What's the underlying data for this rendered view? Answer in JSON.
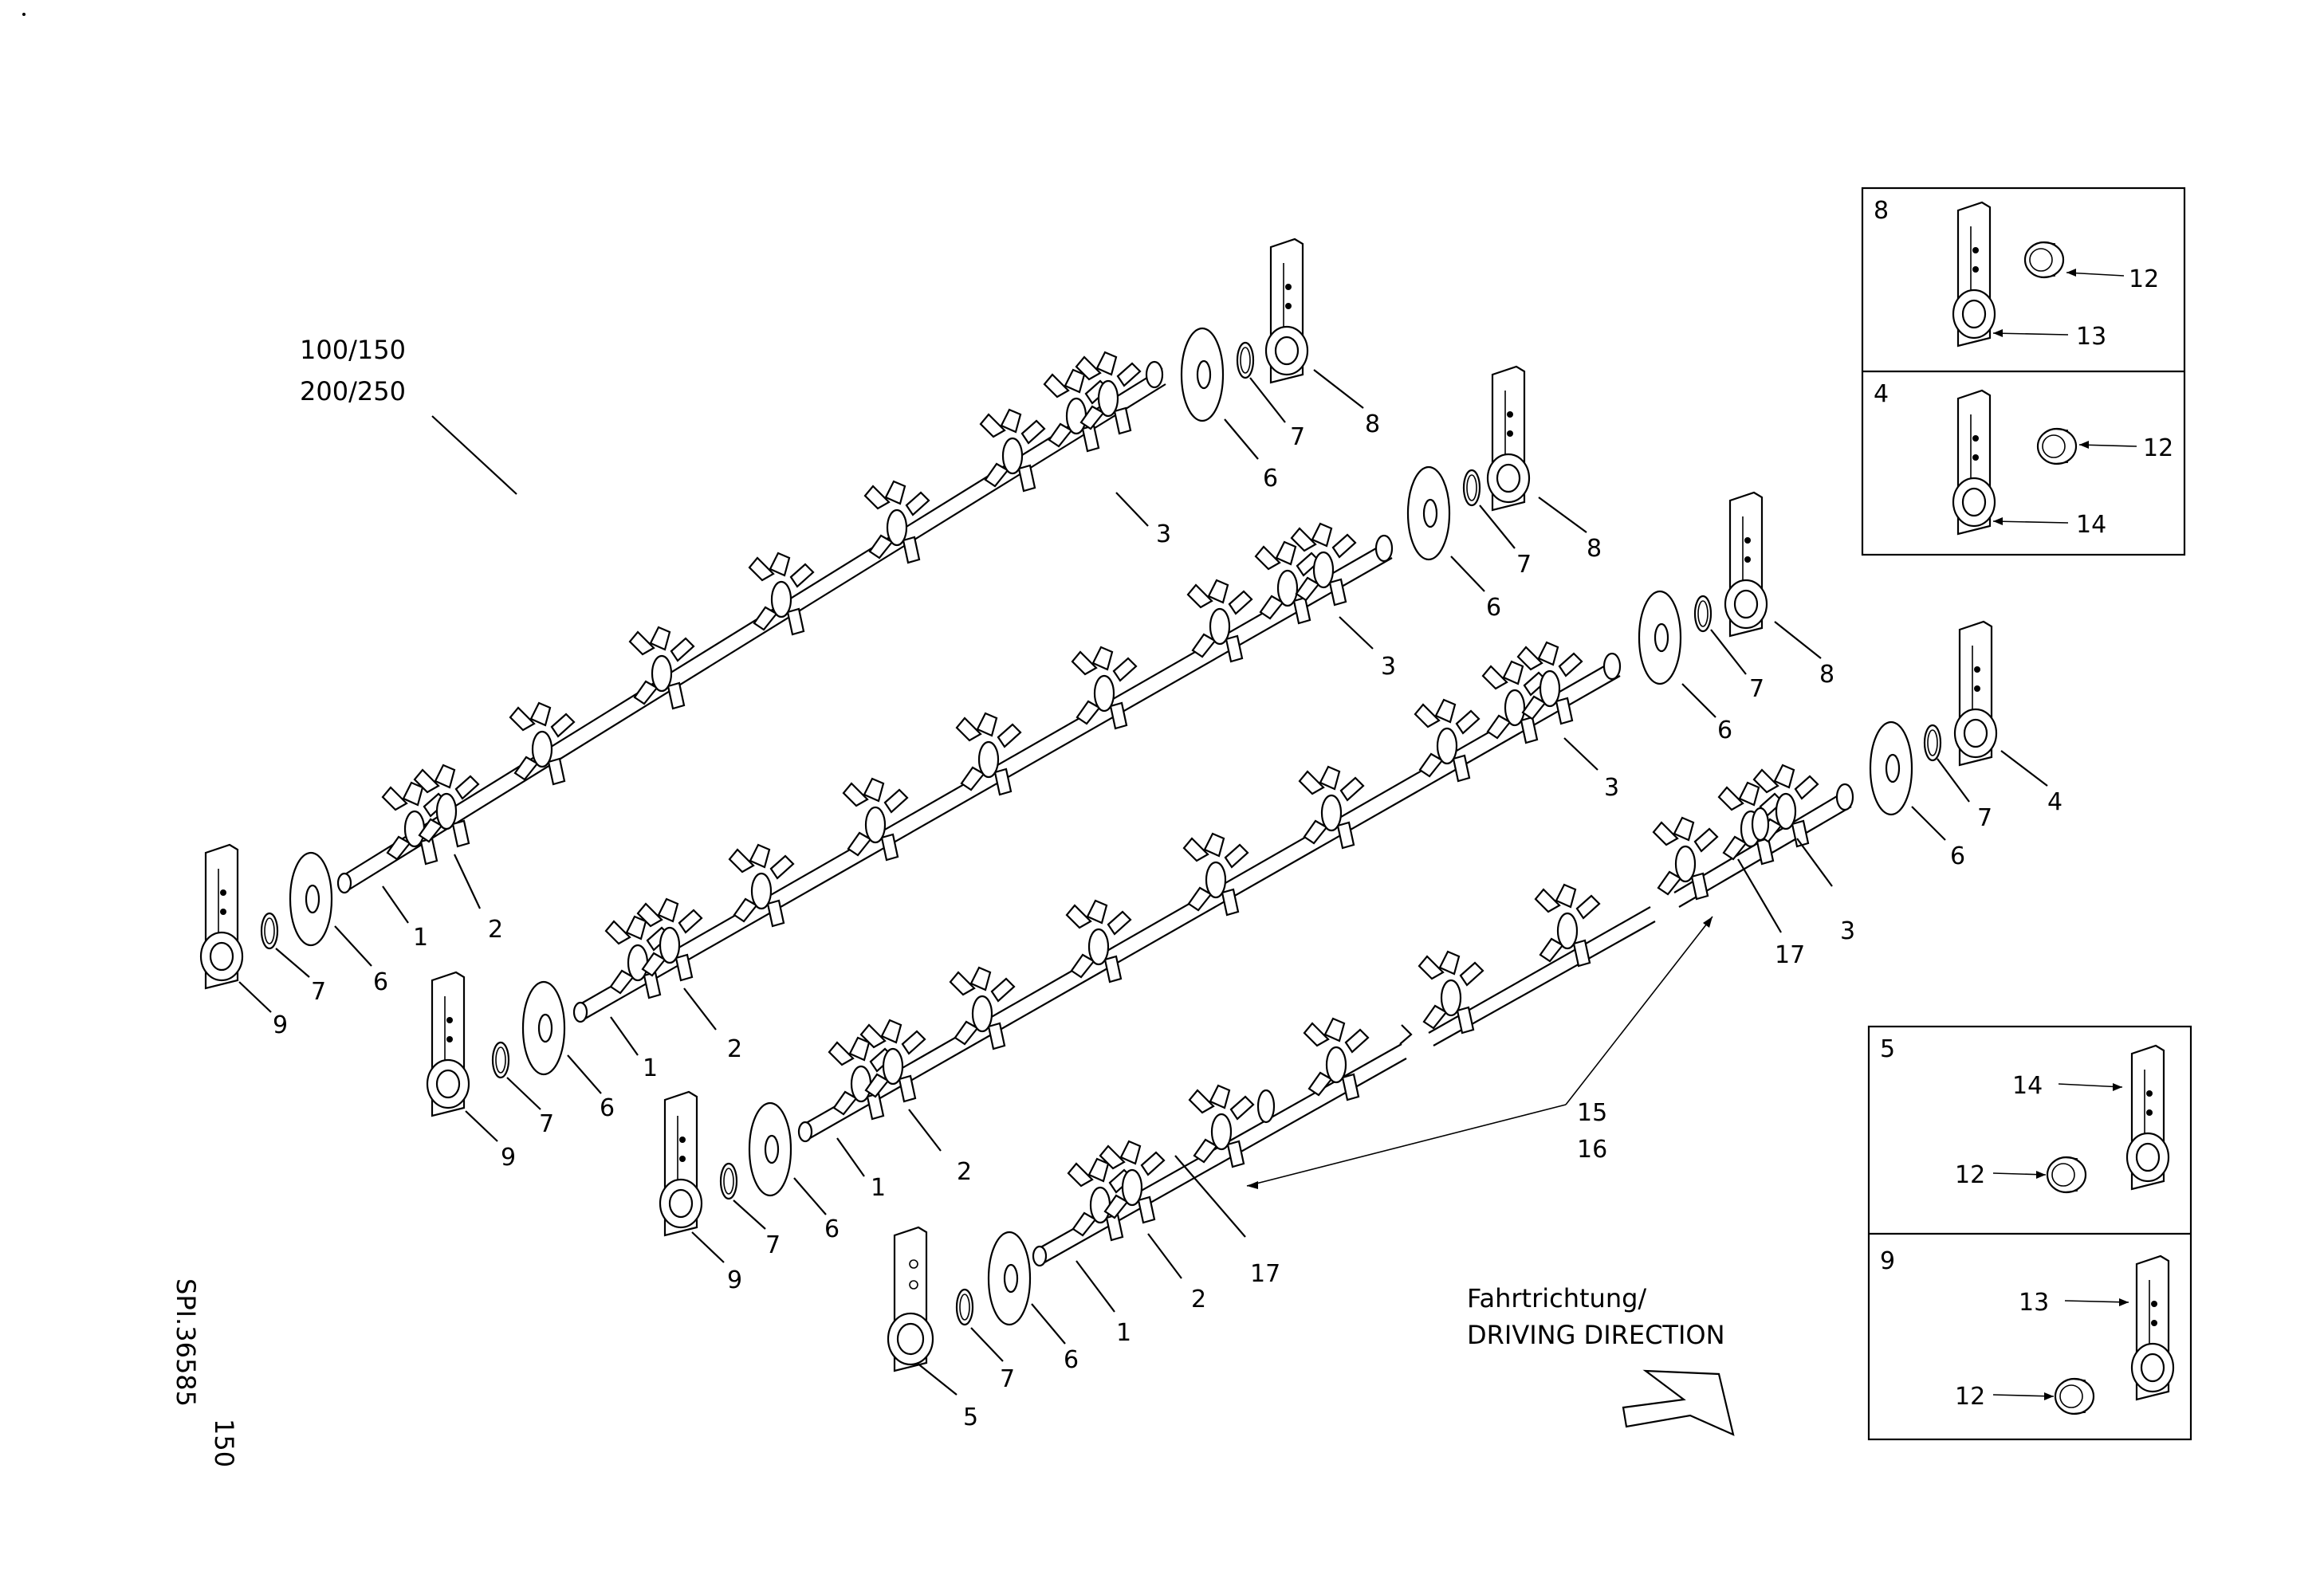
{
  "variant_label": {
    "line1": "100/150",
    "line2": "200/250"
  },
  "direction": {
    "line1": "Fahrtrichtung/",
    "line2": "DRIVING DIRECTION"
  },
  "side_code": {
    "line1": "150",
    "line2": "SPI.36585"
  },
  "rotors": [
    {
      "name": "rotor-1",
      "labels": {
        "shaft": "1",
        "end_rotor": "2",
        "rotor_segment": "3",
        "disc": "6",
        "ring_front": "7",
        "ring_back": "7",
        "disc_back": "6",
        "bearing_front": "9",
        "bearing_back": "8"
      }
    },
    {
      "name": "rotor-2",
      "labels": {
        "shaft": "1",
        "end_rotor": "2",
        "rotor_segment": "3",
        "disc": "6",
        "ring_front": "7",
        "ring_back": "7",
        "disc_back": "6",
        "bearing_front": "9",
        "bearing_back": "8"
      }
    },
    {
      "name": "rotor-3",
      "labels": {
        "shaft": "1",
        "end_rotor": "2",
        "rotor_segment": "3",
        "disc": "6",
        "ring_front": "7",
        "ring_back": "7",
        "disc_back": "6",
        "bearing_front": "9",
        "bearing_back": "8"
      }
    },
    {
      "name": "rotor-4",
      "labels": {
        "shaft": "1",
        "end_rotor": "2",
        "rotor_segment": "3",
        "disc": "6",
        "ring_front": "7",
        "ring_back": "7",
        "disc_back": "6",
        "bearing_front": "5",
        "bearing_back": "4",
        "spacer_a": "17",
        "spacer_b": "17",
        "group_a": "15",
        "group_b": "16"
      }
    }
  ],
  "insets": [
    {
      "name": "inset-8",
      "title": "8",
      "items": [
        "12",
        "13"
      ]
    },
    {
      "name": "inset-4",
      "title": "4",
      "items": [
        "12",
        "14"
      ]
    },
    {
      "name": "inset-5",
      "title": "5",
      "items": [
        "14",
        "12"
      ]
    },
    {
      "name": "inset-9",
      "title": "9",
      "items": [
        "13",
        "12"
      ]
    }
  ]
}
